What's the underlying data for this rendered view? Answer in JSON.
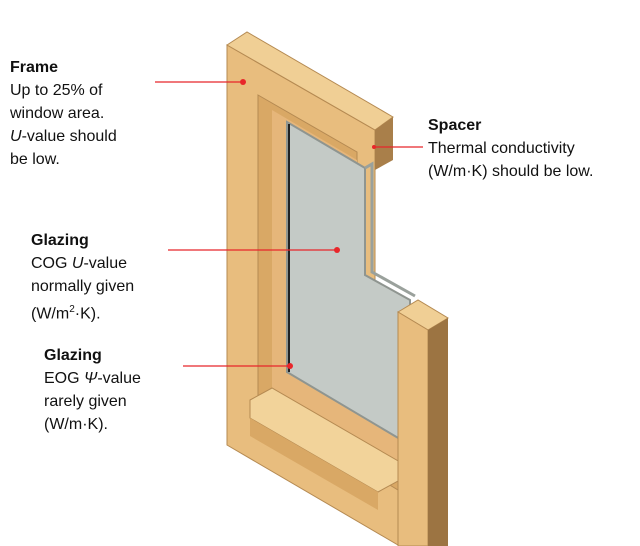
{
  "colors": {
    "frame_face": "#e8bd7e",
    "frame_top": "#f0cf95",
    "frame_side": "#a97f4a",
    "glass": "#c4cac6",
    "callout": "#e8262a"
  },
  "callouts": {
    "frame": {
      "title": "Frame",
      "lines": [
        "Up to 25% of",
        "window area."
      ],
      "u_italic": "U",
      "u_rest": "-value should",
      "last": "be low."
    },
    "spacer": {
      "title": "Spacer",
      "lines": [
        "Thermal conductivity",
        "(W/m·K) should be low."
      ]
    },
    "glazing_cog": {
      "title": "Glazing",
      "cog_pre": "COG ",
      "cog_italic": "U",
      "cog_post": "-value",
      "lines": [
        "normally given"
      ],
      "unit_pre": "(W/m",
      "unit_sup": "2",
      "unit_post": "·K)."
    },
    "glazing_eog": {
      "title": "Glazing",
      "eog_pre": "EOG ",
      "eog_italic": "Ψ",
      "eog_post": "-value",
      "lines": [
        "rarely given",
        "(W/m·K)."
      ]
    }
  }
}
